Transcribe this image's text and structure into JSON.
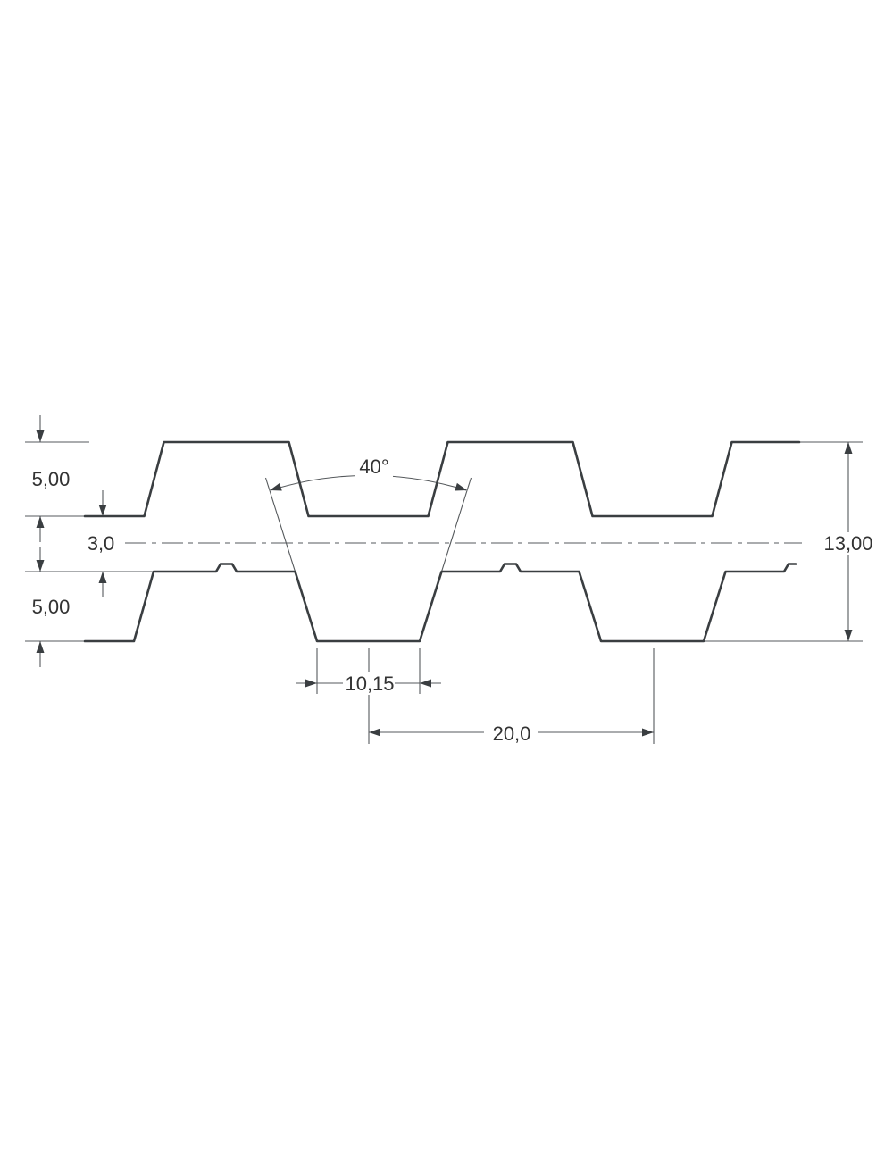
{
  "diagram": {
    "type": "technical-drawing",
    "labels": {
      "top_tooth_height": "5,00",
      "core_thickness": "3,0",
      "bottom_tooth_height": "5,00",
      "total_thickness": "13,00",
      "flank_angle": "40°",
      "tooth_tip_width": "10,15",
      "tooth_pitch": "20,0"
    },
    "colors": {
      "profile_line": "#3a3e41",
      "thin_line": "#55595c",
      "text": "#333333",
      "background": "#ffffff"
    }
  }
}
